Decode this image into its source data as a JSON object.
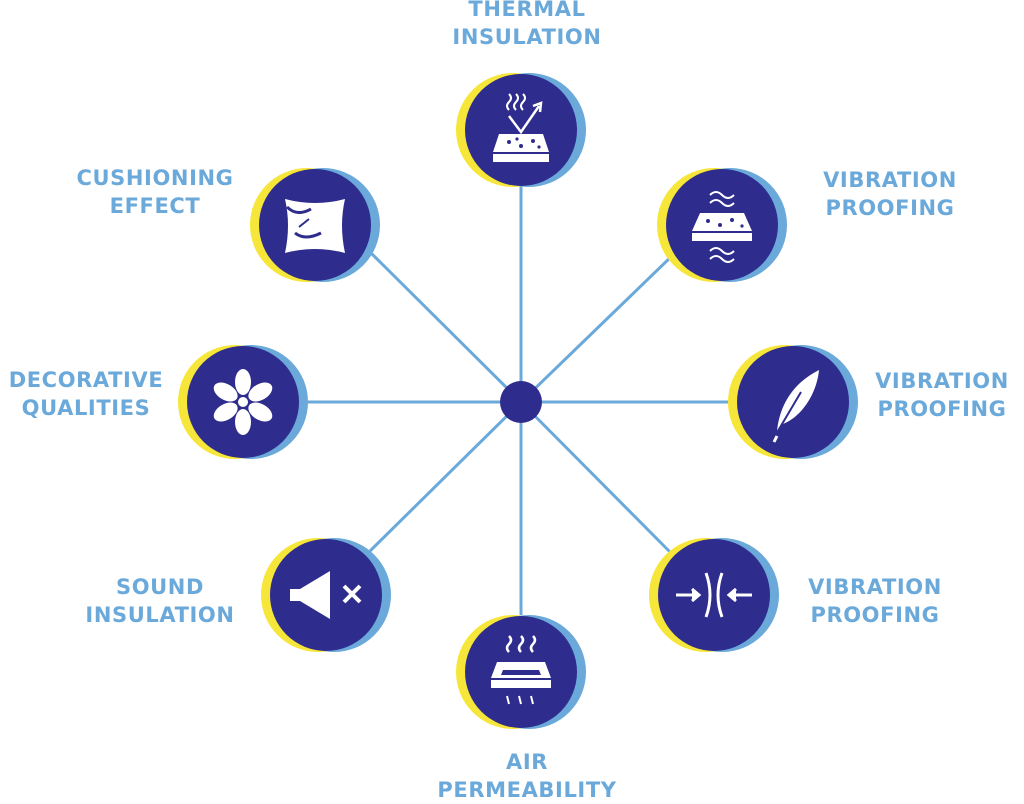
{
  "colors": {
    "navy": "#2e2c8c",
    "yellow": "#f7e63a",
    "light_blue": "#6aa9da",
    "line": "#6aa9da",
    "icon": "#ffffff"
  },
  "nodes": [
    {
      "id": "thermal",
      "lines": [
        "THERMAL",
        "INSULATION"
      ],
      "icon": "foam-heat-reflect-icon"
    },
    {
      "id": "vib1",
      "lines": [
        "VIBRATION",
        "PROOFING"
      ],
      "icon": "foam-waves-icon"
    },
    {
      "id": "vib2",
      "lines": [
        "VIBRATION",
        "PROOFING"
      ],
      "icon": "feather-icon"
    },
    {
      "id": "vib3",
      "lines": [
        "VIBRATION",
        "PROOFING"
      ],
      "icon": "compression-arrows-icon"
    },
    {
      "id": "air",
      "lines": [
        "AIR",
        "PERMEABILITY"
      ],
      "icon": "air-flow-foam-icon"
    },
    {
      "id": "sound",
      "lines": [
        "SOUND",
        "INSULATION"
      ],
      "icon": "muted-speaker-icon"
    },
    {
      "id": "decor",
      "lines": [
        "DECORATIVE",
        "QUALITIES"
      ],
      "icon": "flower-icon"
    },
    {
      "id": "cushion",
      "lines": [
        "CUSHIONING",
        "EFFECT"
      ],
      "icon": "pillow-icon"
    }
  ]
}
